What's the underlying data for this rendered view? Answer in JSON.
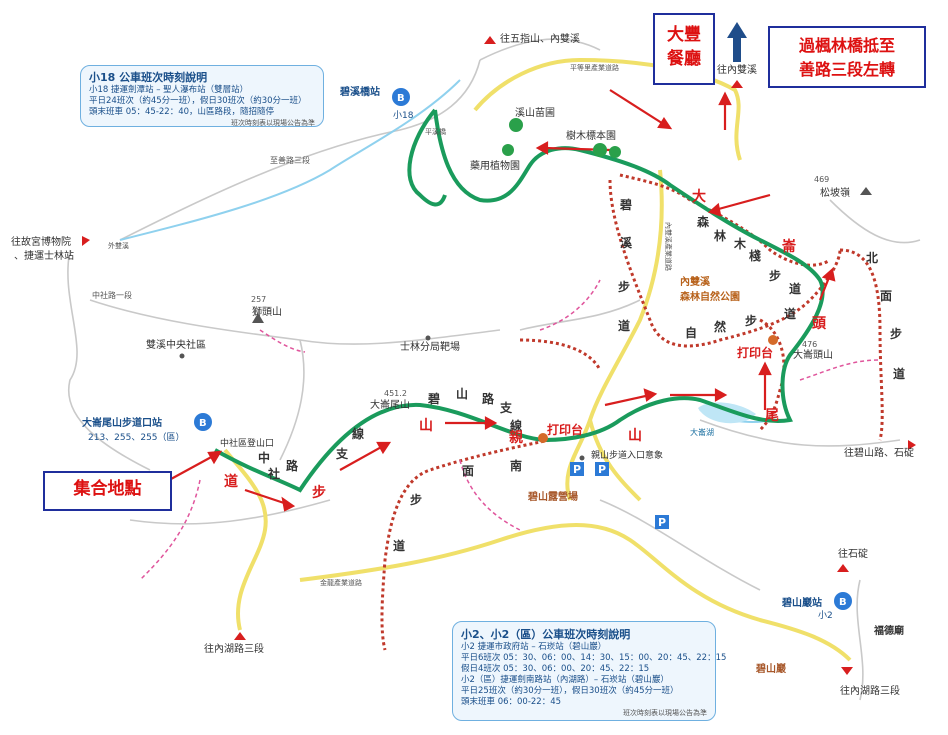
{
  "callouts": {
    "dafeng": "大豐\n餐廳",
    "turn": "過楓林橋抵至\n善路三段左轉",
    "meet": "集合地點"
  },
  "places": {
    "wuzhishan": "往五指山、內雙溪",
    "neishuangxi": "往內雙溪",
    "bixiqiao": "碧溪橋站",
    "xiaoshan": "溪山苗圃",
    "shumu": "樹木標本園",
    "yaoyong": "藥用植物園",
    "gugong": "往故宮博物院\n、捷運士林站",
    "songbo": "松坡嶺",
    "songbo_alt": "469",
    "neishuangxi_park": "內雙溪\n森林自然公園",
    "shitou": "獅頭山",
    "shitou_alt": "257",
    "shuangxi": "雙溪中央社區",
    "shilin_range": "士林分局靶場",
    "dachong": "大崙尾山",
    "dachong_alt": "451.2",
    "dachongtou": "大崙頭山",
    "dachongtou_alt": "476",
    "trailhead_stop": "大崙尾山步道口站",
    "trailhead_buses": "213、255、255（區）",
    "zhongshe": "中社區登山口",
    "bishan_entry": "親山步道入口意象",
    "bishan_camp": "碧山露營場",
    "dahu": "大崙湖",
    "bishanyan_stop": "碧山巖站",
    "fudemiao": "福德廟",
    "bishanyan": "碧山巖",
    "shidingN": "往石碇",
    "bishanlu": "往碧山路、石碇",
    "neihu3a": "往內湖路三段",
    "neihu3b": "往內湖路三段",
    "shilin": "至善路三段",
    "zhongshe_rd": "中社路一段",
    "pingxi": "平溪橋",
    "ox1": "外雙溪",
    "xiao18": "小18",
    "xiao2": "小2",
    "road_lbl": "平等里產業道路",
    "road_lbl2": "內雙溪產業道路",
    "road_lbl3": "金龍產業道路"
  },
  "trail_chars": {
    "green": [
      "道",
      "中",
      "社",
      "路",
      "步",
      "支",
      "線",
      "山",
      "碧",
      "山",
      "路",
      "支",
      "線",
      "親",
      "山"
    ],
    "orange": [
      "大",
      "森",
      "林",
      "木",
      "棧",
      "崙",
      "步",
      "道",
      "頭",
      "尾",
      "自",
      "然",
      "步",
      "道",
      "北",
      "面",
      "步",
      "道",
      "碧",
      "溪",
      "步",
      "道",
      "南",
      "面",
      "步",
      "道"
    ],
    "stamp": "打印台"
  },
  "bus_box_top": {
    "title": "小18 公車班次時刻說明",
    "l1": "小18 捷運劍潭站 – 聖人瀑布站（雙層站）",
    "l2": "平日24班次（約45分一班），假日30班次（約30分一班）",
    "l3": "頭末班車 05：45-22：40，山區路段，隨招隨停",
    "foot": "班次時刻表以現場公告為準"
  },
  "bus_box_bottom": {
    "title": "小2、小2（區）公車班次時刻說明",
    "l1": "小2 捷運市政府站 – 石崁站（碧山巖）",
    "l2": "平日6班次 05：30、06：00、14：30、15：00、20：45、22：15",
    "l3": "假日4班次 05：30、06：00、20：45、22：15",
    "l4": "小2（區）捷運劍南路站（內湖路）– 石崁站（碧山巖）",
    "l5": "平日25班次（約30分一班），假日30班次（約45分一班）",
    "l6": "頭末班車 06：00-22：45",
    "foot": "班次時刻表以現場公告為準"
  },
  "colors": {
    "green": "#1a9b5c",
    "orange": "#c0392b",
    "yellow": "#f2e36a",
    "red": "#d81e1e",
    "blue": "#1f2e9c"
  }
}
